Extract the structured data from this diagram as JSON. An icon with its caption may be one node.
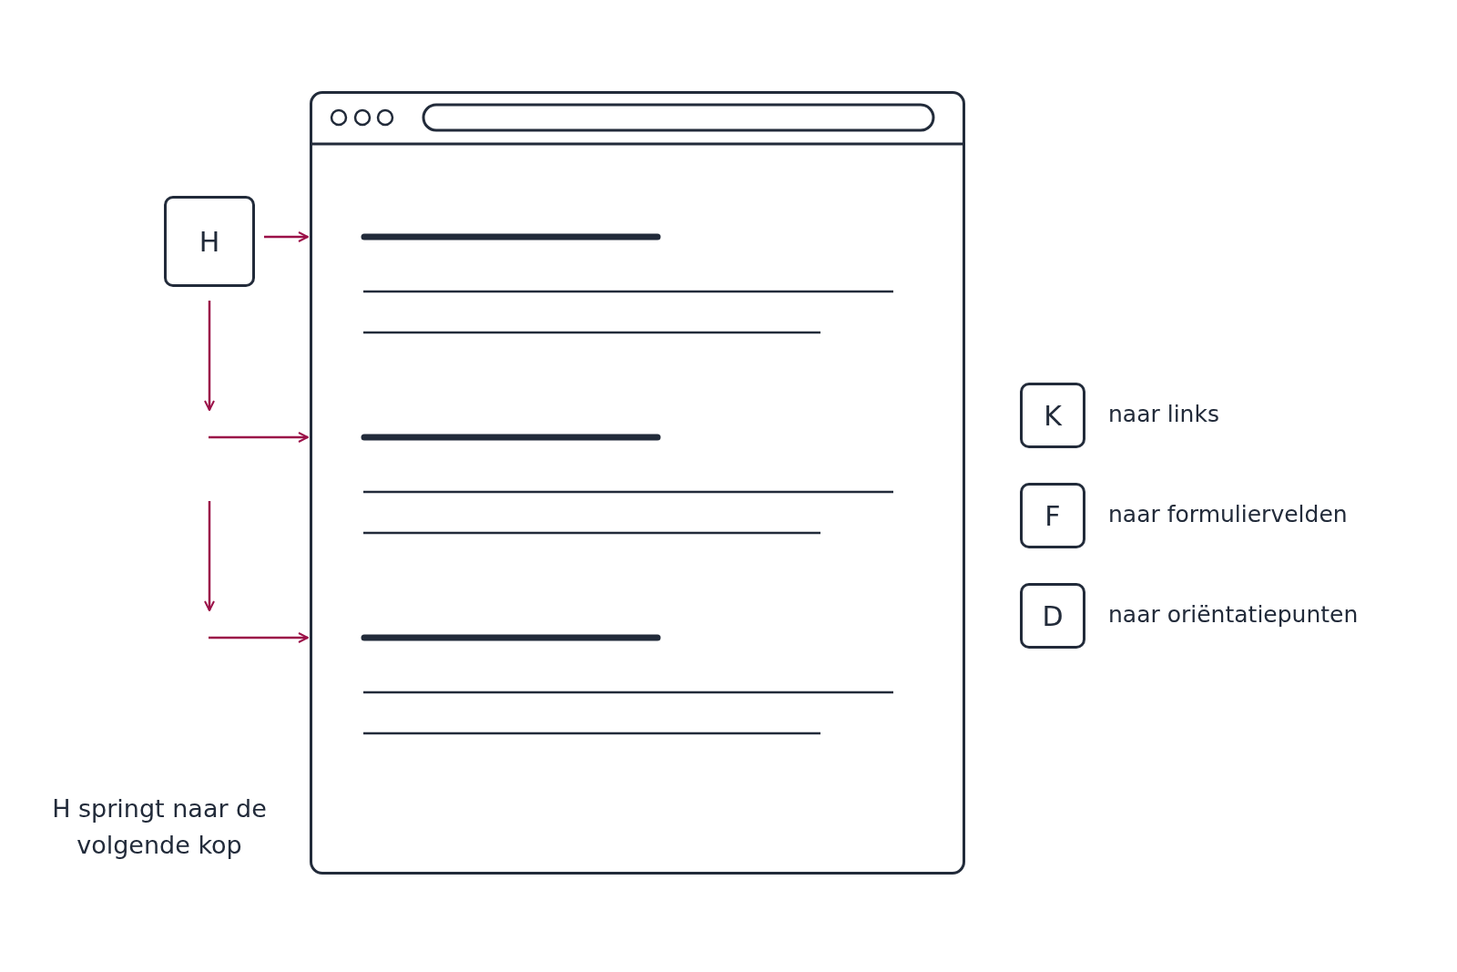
{
  "diagram": {
    "nodes": [
      {
        "text": [
          "H"
        ]
      },
      {
        "text": [],
        "shape": "box"
      },
      {
        "text": [
          "K"
        ],
        "beside": [
          "naar links"
        ]
      },
      {
        "text": [
          "F"
        ],
        "beside": [
          "naar formuliervelden"
        ]
      },
      {
        "text": [
          "D"
        ],
        "beside": [
          "naar oriëntatiepunten"
        ]
      }
    ],
    "edges": [
      {
        "from": 0,
        "to": 1,
        "arrow": "to"
      },
      {
        "from": 0,
        "to": null,
        "arrow": "to"
      },
      {
        "from": null,
        "to": 1,
        "arrow": "to"
      },
      {
        "from": null,
        "to": 1,
        "arrow": "to"
      }
    ],
    "labels": [
      "H springt naar de volgende kop"
    ]
  }
}
